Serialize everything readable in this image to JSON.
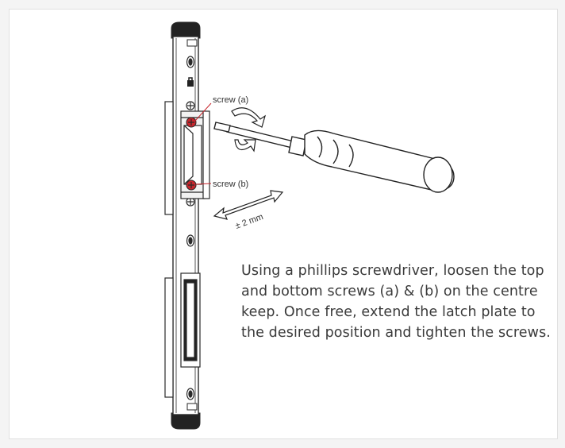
{
  "labels": {
    "screw_a": "screw (a)",
    "screw_b": "screw (b)",
    "adjustment": "± 2 mm"
  },
  "instructions": "Using a phillips screwdriver, loosen the top and bottom screws (a) & (b) on the centre keep. Once free, extend the latch plate to the desired position and tighten the screws.",
  "colors": {
    "screw_highlight": "#c8262d",
    "line": "#2a2a2a",
    "plate_fill": "#f2f2f2",
    "dark_part": "#222222"
  }
}
